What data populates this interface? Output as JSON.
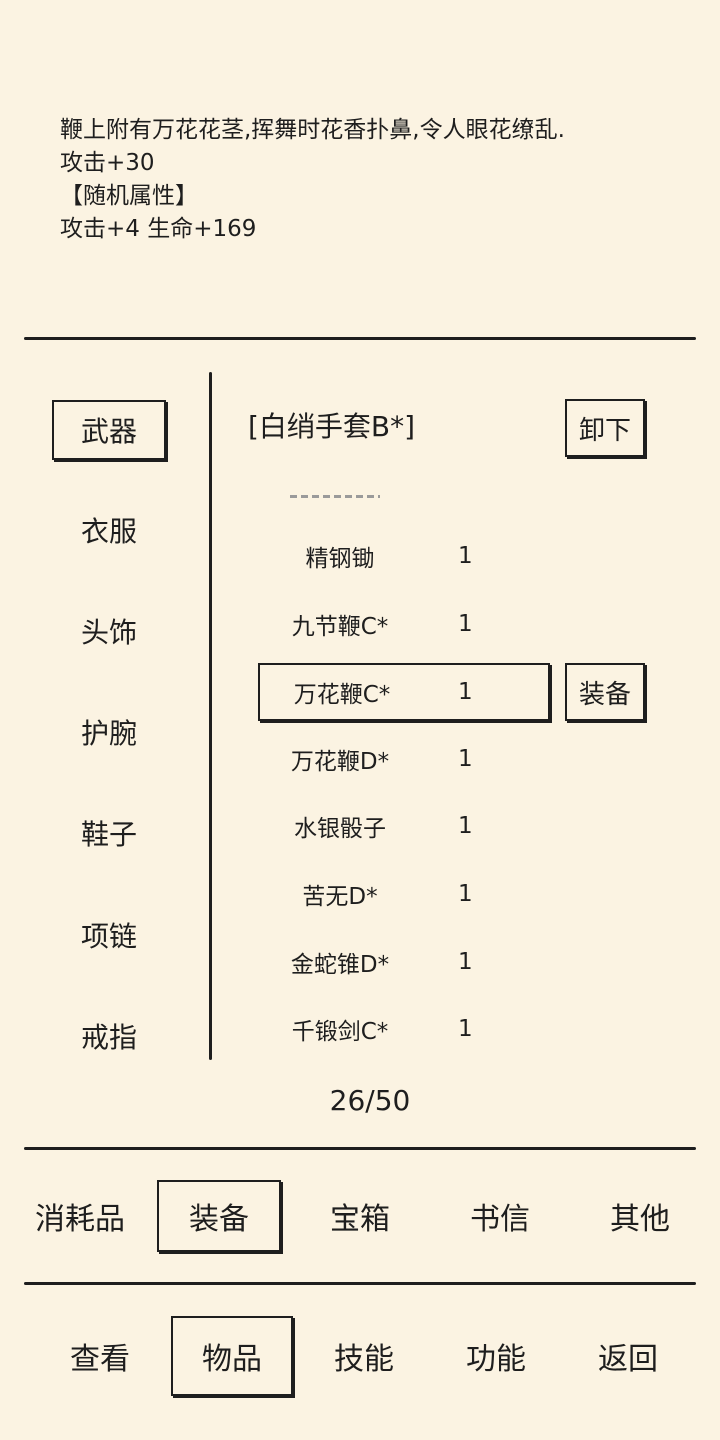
{
  "description": {
    "lines": [
      "鞭上附有万花花茎,挥舞时花香扑鼻,令人眼花缭乱.",
      "攻击+30",
      "【随机属性】",
      "攻击+4 生命+169"
    ]
  },
  "categories": [
    "武器",
    "衣服",
    "头饰",
    "护腕",
    "鞋子",
    "项链",
    "戒指"
  ],
  "selected_category": "武器",
  "equipped": {
    "name": "[白绡手套B*]",
    "unequip_label": "卸下"
  },
  "items": [
    {
      "name": "精钢锄",
      "qty": "1"
    },
    {
      "name": "九节鞭C*",
      "qty": "1"
    },
    {
      "name": "万花鞭C*",
      "qty": "1",
      "selected": true
    },
    {
      "name": "万花鞭D*",
      "qty": "1"
    },
    {
      "name": "水银骰子",
      "qty": "1"
    },
    {
      "name": "苦无D*",
      "qty": "1"
    },
    {
      "name": "金蛇锥D*",
      "qty": "1"
    },
    {
      "name": "千锻剑C*",
      "qty": "1"
    }
  ],
  "equip_label": "装备",
  "page_indicator": "26/50",
  "item_tabs": [
    "消耗品",
    "装备",
    "宝箱",
    "书信",
    "其他"
  ],
  "selected_item_tab": "装备",
  "main_tabs": [
    "查看",
    "物品",
    "技能",
    "功能",
    "返回"
  ],
  "selected_main_tab": "物品"
}
